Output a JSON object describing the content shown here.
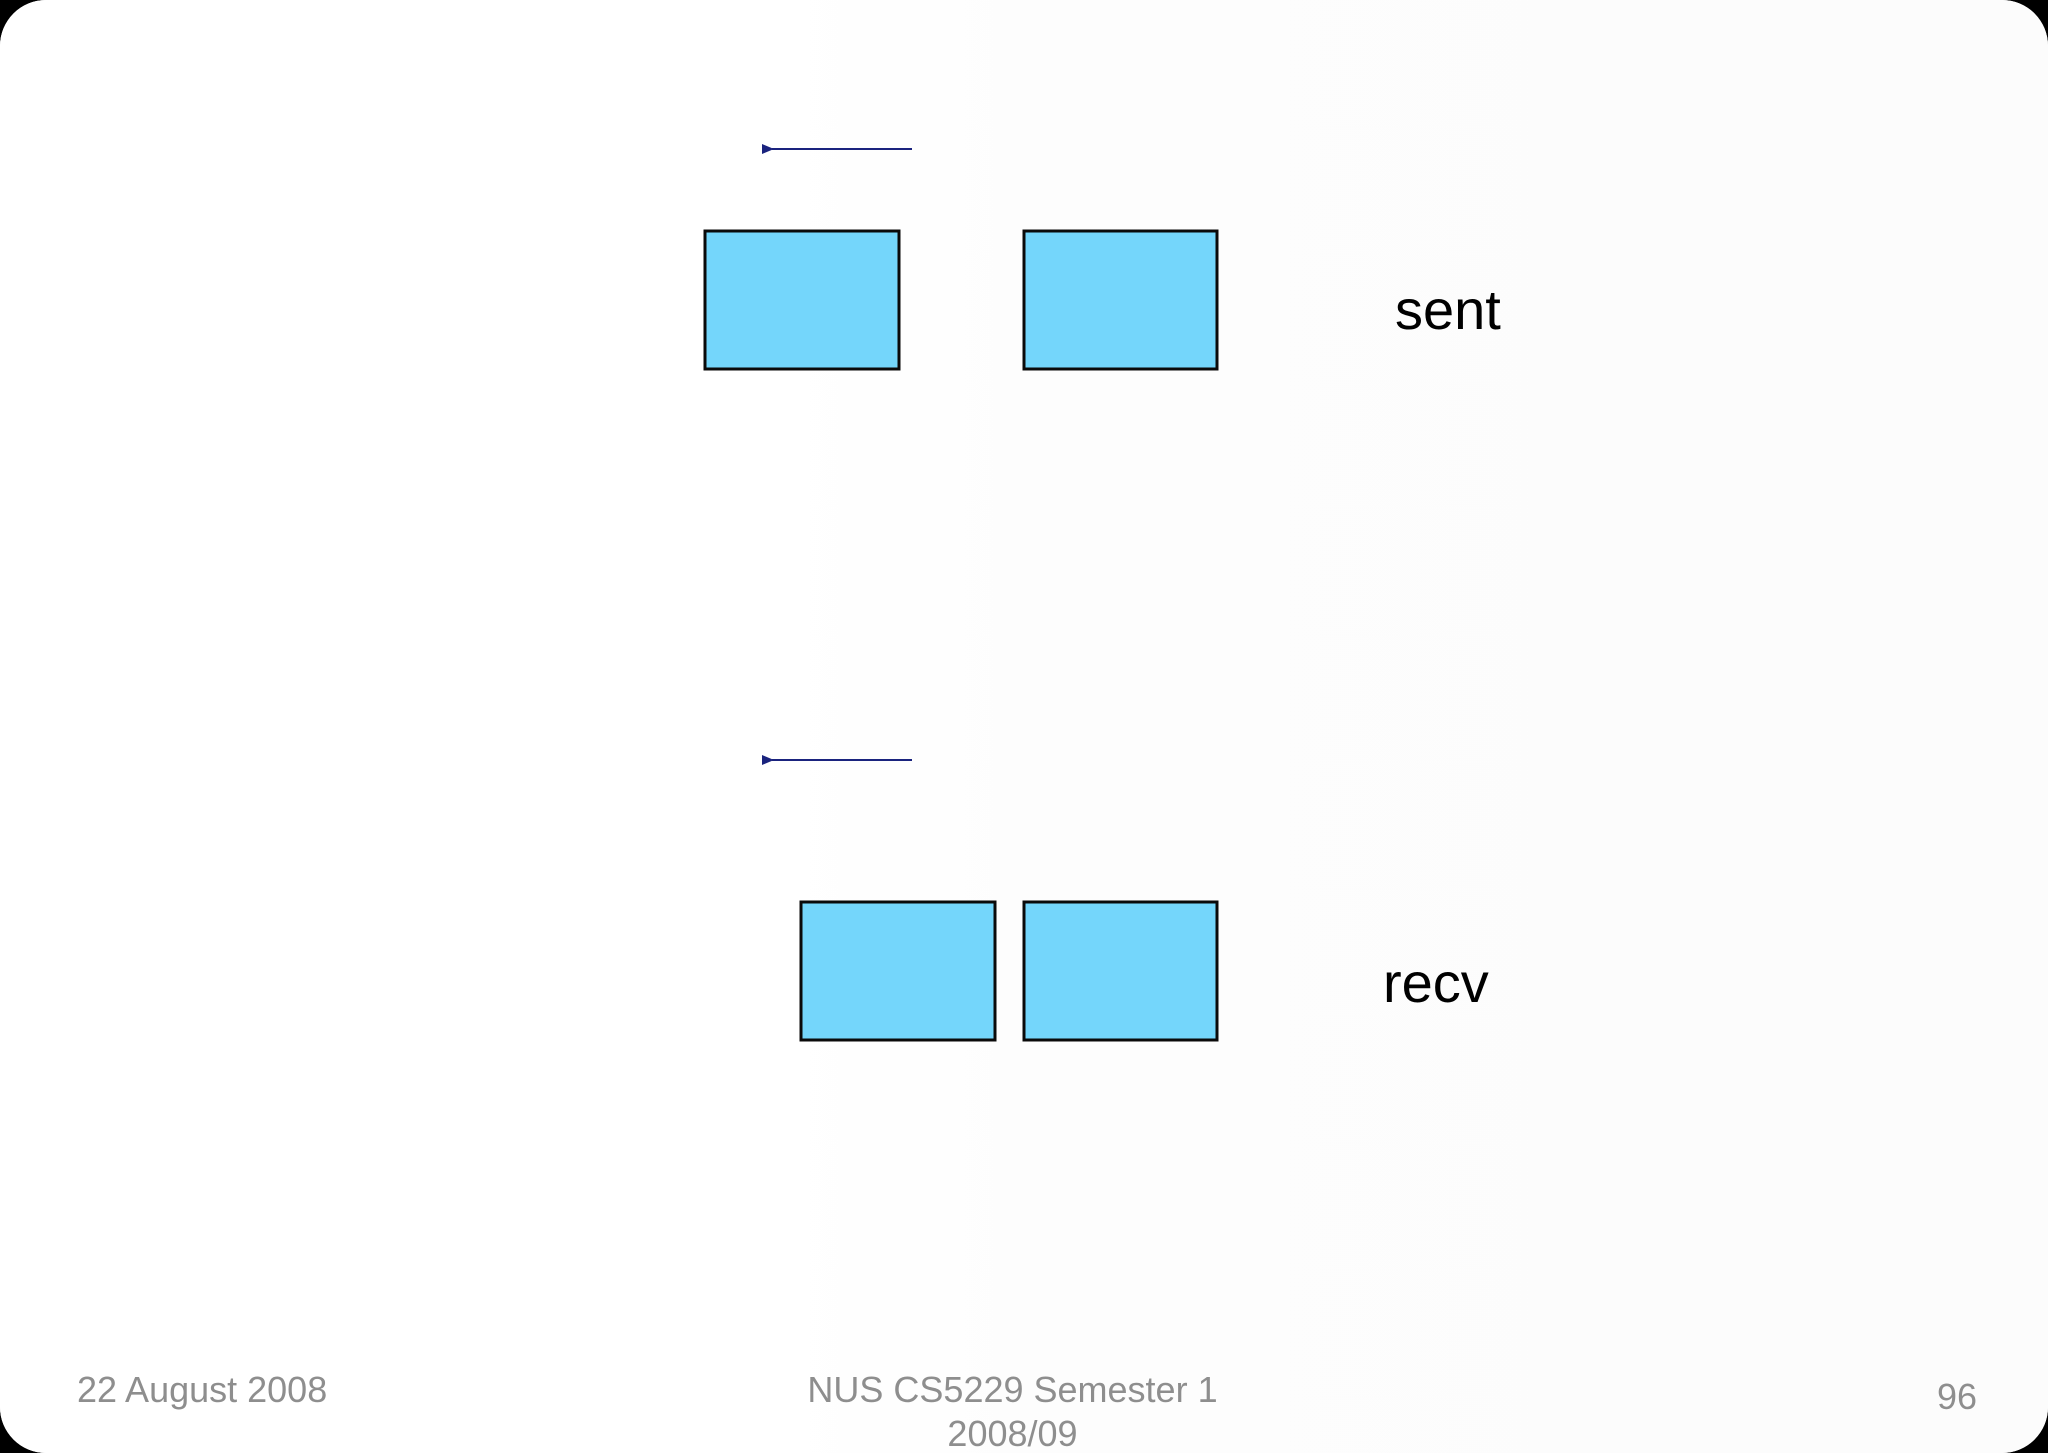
{
  "diagram": {
    "labels": {
      "sent": "sent",
      "recv": "recv"
    },
    "colors": {
      "box_fill": "#74d6fb",
      "box_stroke": "#0a0a0a",
      "arrow": "#1a237e"
    }
  },
  "footer": {
    "date": "22 August 2008",
    "course": "NUS CS5229 Semester 1 2008/09",
    "page": "96"
  }
}
